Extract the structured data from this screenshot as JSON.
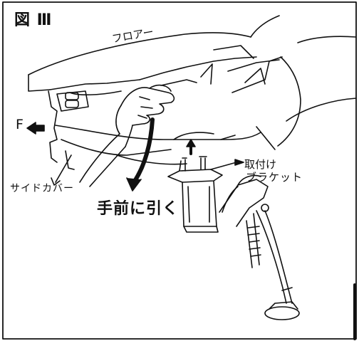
{
  "figure": {
    "label": "図 Ⅲ"
  },
  "labels": {
    "floor": "フロアー",
    "front": "F",
    "side_cover": "サイドカバー",
    "pull_toward": "手前に引く",
    "mounting": "取付け",
    "bracket": "ブラケット"
  },
  "icons": {
    "front_arrow": "left-arrow-icon",
    "pull_arrow": "curved-down-arrow-icon",
    "lift_arrow": "up-arrow-icon",
    "bracket_arrow": "right-arrow-icon"
  }
}
